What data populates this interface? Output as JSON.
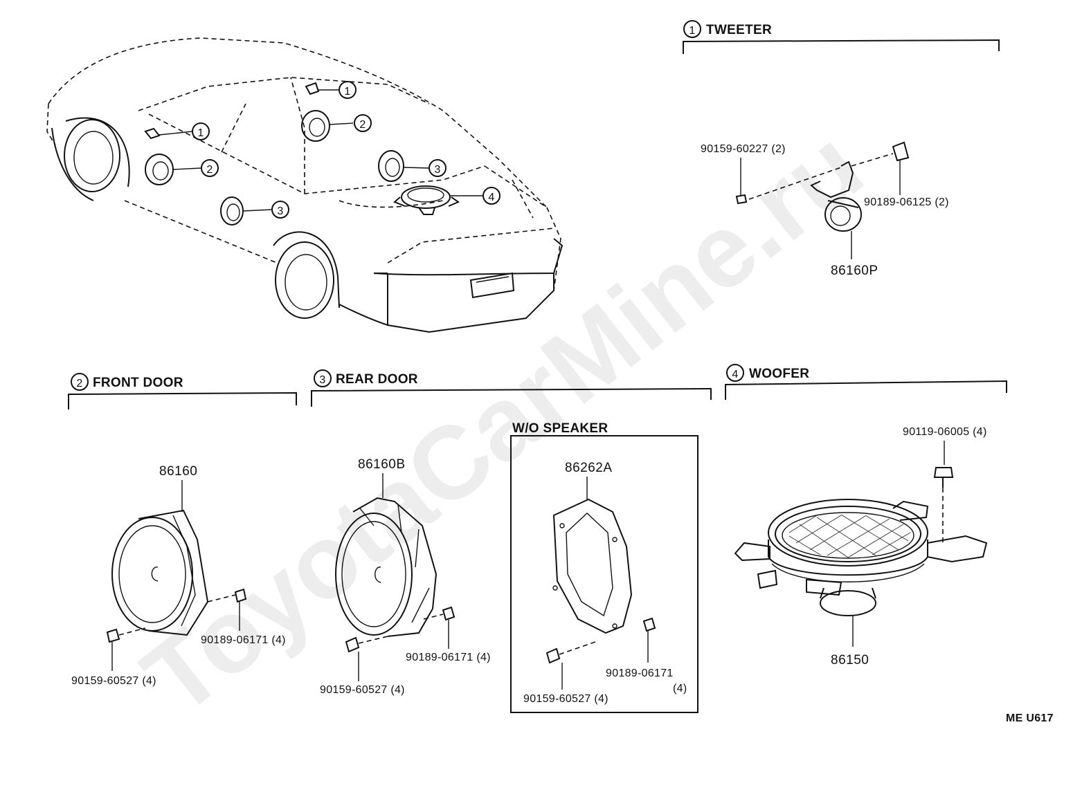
{
  "watermark": "ToyotaCarMine.ru",
  "figure_code": "ME U617",
  "callouts": [
    "1",
    "2",
    "3",
    "4"
  ],
  "sections": {
    "tweeter": {
      "num": "1",
      "title": "TWEETER",
      "parts": {
        "screw": "90159-60227 (2)",
        "nut": "90189-06125 (2)",
        "speaker": "86160P"
      }
    },
    "front_door": {
      "num": "2",
      "title": "FRONT DOOR",
      "parts": {
        "speaker": "86160",
        "nut": "90189-06171 (4)",
        "screw": "90159-60527 (4)"
      }
    },
    "rear_door": {
      "num": "3",
      "title": "REAR DOOR",
      "parts": {
        "speaker": "86160B",
        "nut": "90189-06171 (4)",
        "screw": "90159-60527 (4)"
      }
    },
    "wo_speaker": {
      "title": "W/O SPEAKER",
      "parts": {
        "plate": "86262A",
        "nut_a": "90189-06171",
        "nut_b": "(4)",
        "screw": "90159-60527 (4)"
      }
    },
    "woofer": {
      "num": "4",
      "title": "WOOFER",
      "parts": {
        "bolt": "90119-06005 (4)",
        "speaker": "86150"
      }
    }
  }
}
